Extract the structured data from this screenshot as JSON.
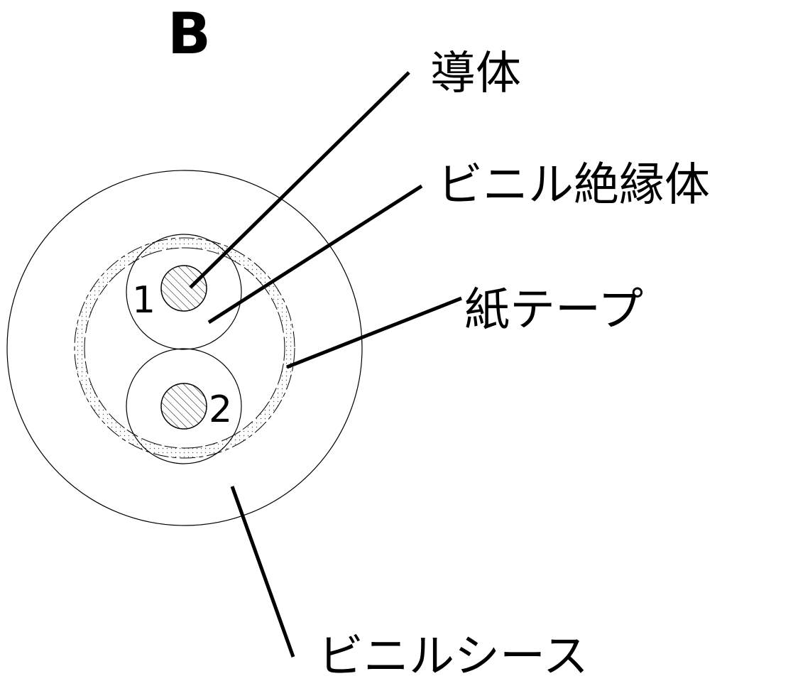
{
  "figure_letter": "B",
  "labels": {
    "conductor": "導体",
    "vinyl_insulator": "ビニル絶縁体",
    "paper_tape": "紙テープ",
    "vinyl_sheath": "ビニルシース"
  },
  "cores": [
    "1",
    "2"
  ]
}
